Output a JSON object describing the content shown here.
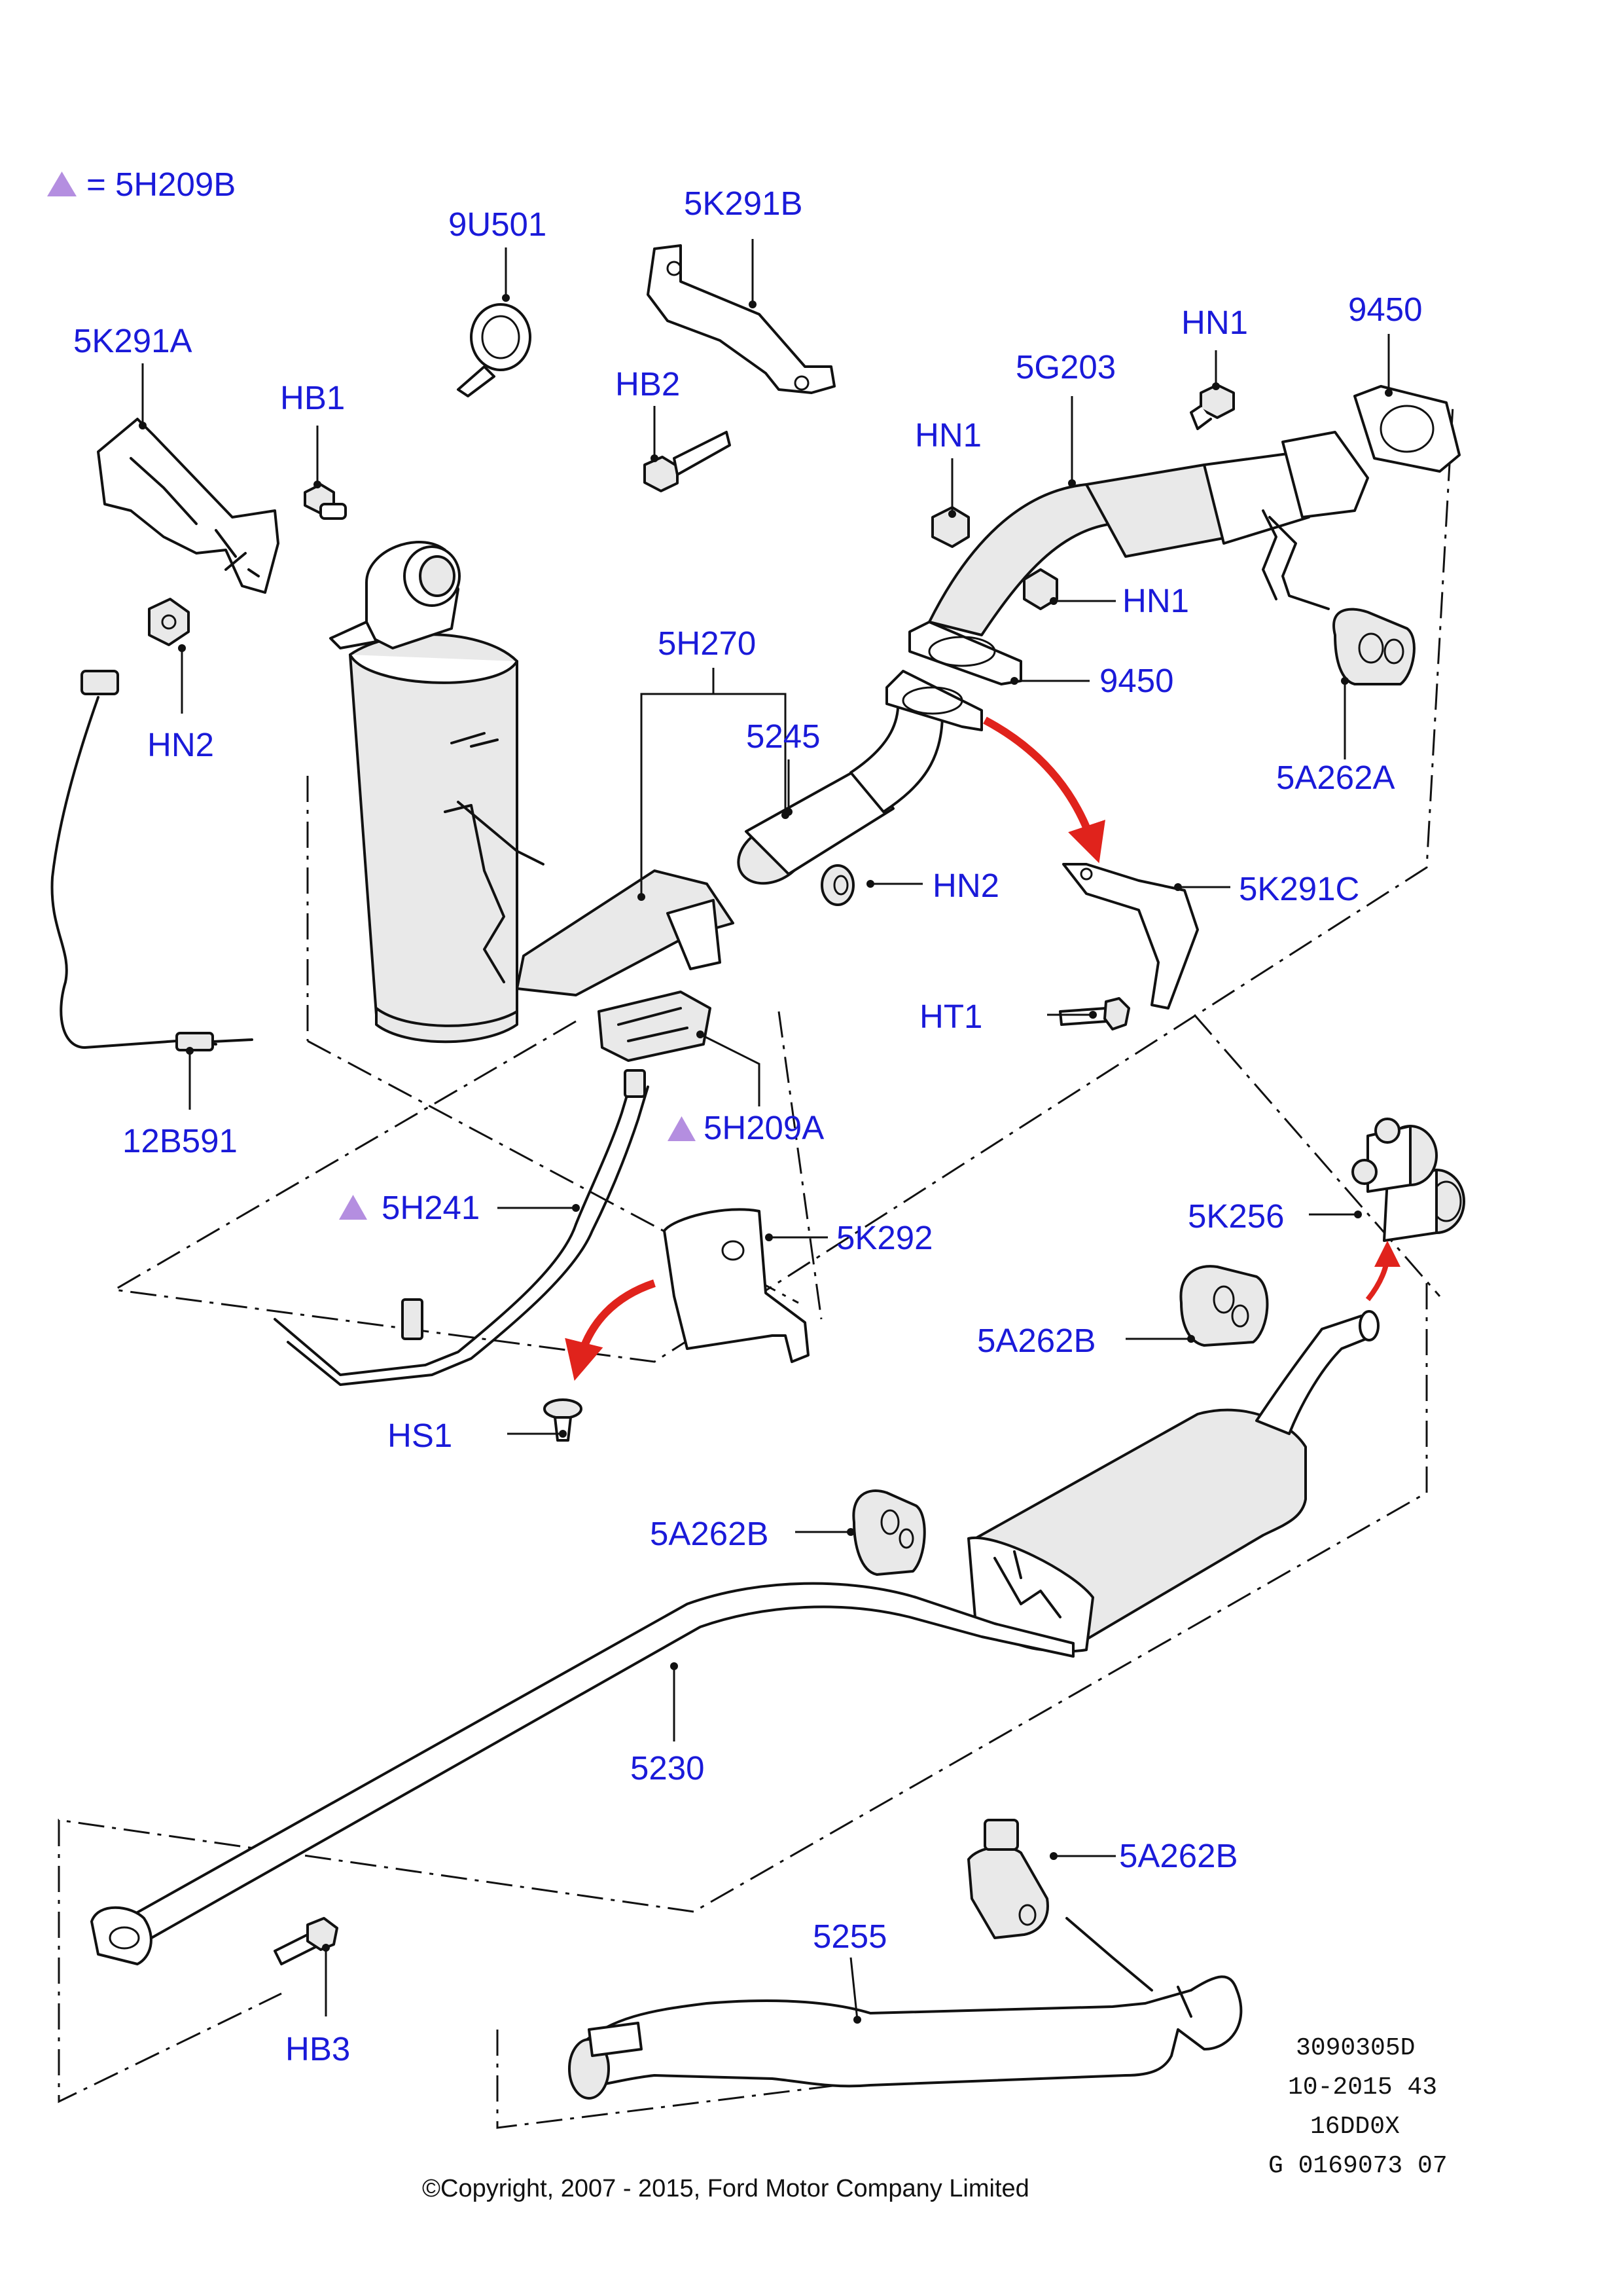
{
  "legend": {
    "symbol": "triangle",
    "symbol_color": "#b48ee0",
    "text": "= 5H209B"
  },
  "labels": {
    "p_9u501": "9U501",
    "p_5k291b": "5K291B",
    "p_5k291a": "5K291A",
    "p_hb1": "HB1",
    "p_hb2": "HB2",
    "p_hn1_top": "HN1",
    "p_9450_top": "9450",
    "p_5g203": "5G203",
    "p_hn1_left": "HN1",
    "p_hn1_right": "HN1",
    "p_9450_mid": "9450",
    "p_5h270": "5H270",
    "p_5245": "5245",
    "p_hn2_left": "HN2",
    "p_hn2_mid": "HN2",
    "p_5a262a": "5A262A",
    "p_5k291c": "5K291C",
    "p_ht1": "HT1",
    "p_12b591": "12B591",
    "p_5h209a": "5H209A",
    "p_5h241": "5H241",
    "p_5k292": "5K292",
    "p_5k256": "5K256",
    "p_5a262b_upper": "5A262B",
    "p_hs1": "HS1",
    "p_5a262b_mid": "5A262B",
    "p_5230": "5230",
    "p_5a262b_lower": "5A262B",
    "p_5255": "5255",
    "p_hb3": "HB3"
  },
  "reference": {
    "line1": "3090305D",
    "line2": "10-2015 43",
    "line3": "16DD0X",
    "line4": "G 0169073 07"
  },
  "copyright": "©Copyright, 2007 - 2015, Ford Motor Company Limited",
  "colors": {
    "label": "#1a1ad9",
    "arrow": "#e0231c",
    "triangle": "#b48ee0",
    "line": "#111111"
  }
}
